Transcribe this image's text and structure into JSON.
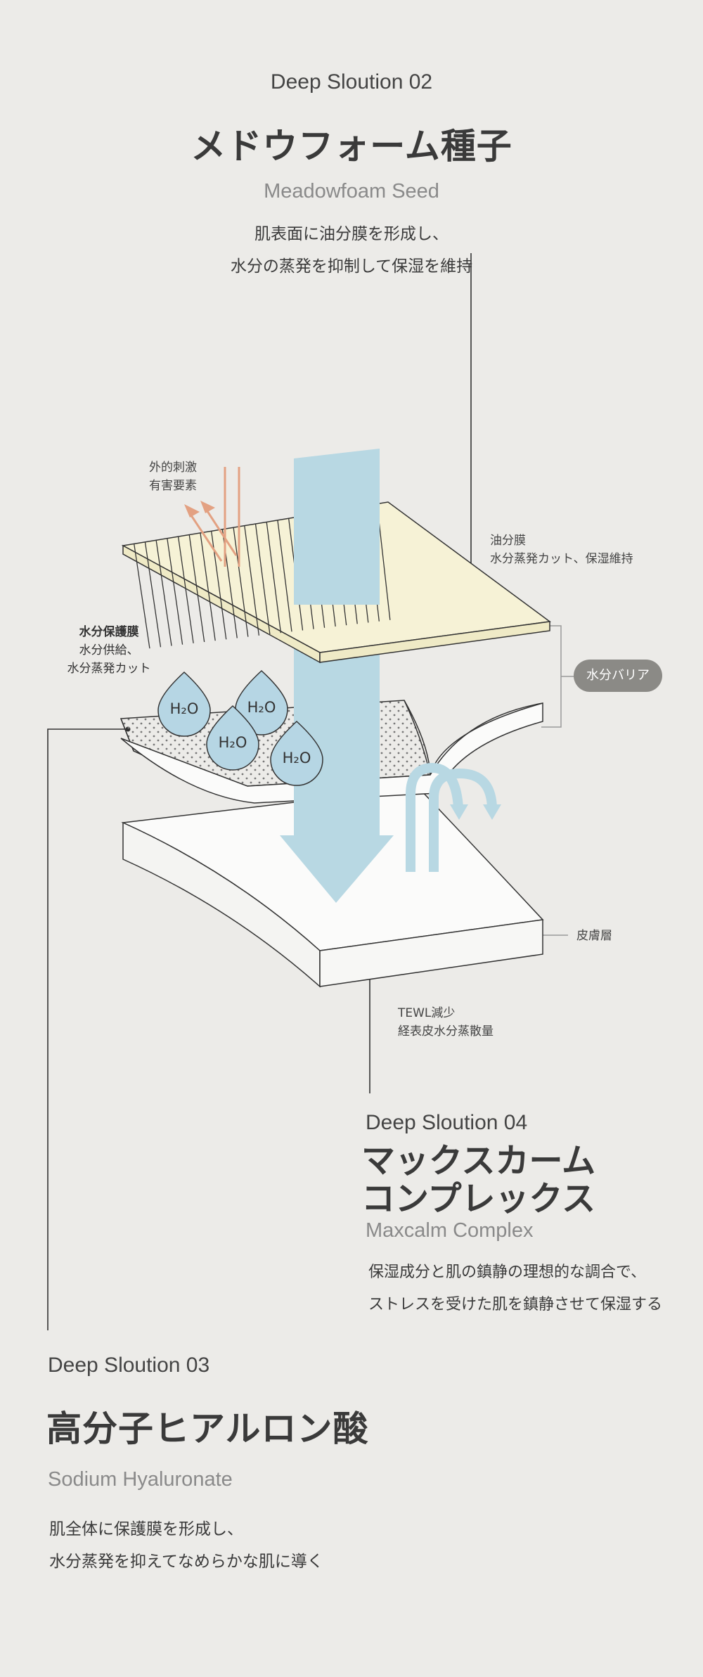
{
  "sol02": {
    "number": "Deep Sloution 02",
    "title_jp": "メドウフォーム種子",
    "title_en": "Meadowfoam Seed",
    "desc_line1": "肌表面に油分膜を形成し、",
    "desc_line2": "水分の蒸発を抑制して保湿を維持"
  },
  "sol03": {
    "number": "Deep Sloution 03",
    "title_jp": "高分子ヒアルロン酸",
    "title_en": "Sodium Hyaluronate",
    "desc_line1": "肌全体に保護膜を形成し、",
    "desc_line2": "水分蒸発を抑えてなめらかな肌に導く"
  },
  "sol04": {
    "number": "Deep Sloution 04",
    "title_line1": "マックスカーム",
    "title_line2": "コンプレックス",
    "title_en": "Maxcalm Complex",
    "desc_line1": "保湿成分と肌の鎮静の理想的な調合で、",
    "desc_line2": "ストレスを受けた肌を鎮静させて保湿する"
  },
  "labels": {
    "external_line1": "外的刺激",
    "external_line2": "有害要素",
    "oil_line1": "油分膜",
    "oil_line2": "水分蒸発カット、保湿維持",
    "moist_line1": "水分保護膜",
    "moist_line2": "水分供給、",
    "moist_line3": "水分蒸発カット",
    "barrier": "水分バリア",
    "skin": "皮膚層",
    "tewl_line1": "TEWL減少",
    "tewl_line2": "経表皮水分蒸散量",
    "h2o": "H₂O"
  },
  "colors": {
    "background": "#ecebe8",
    "oil_layer": "#f6f2d6",
    "blue_arrow": "#b8d8e3",
    "external_arrows": "#e3a182",
    "droplet": "#b6d6e4",
    "pill": "#8b8a86"
  }
}
